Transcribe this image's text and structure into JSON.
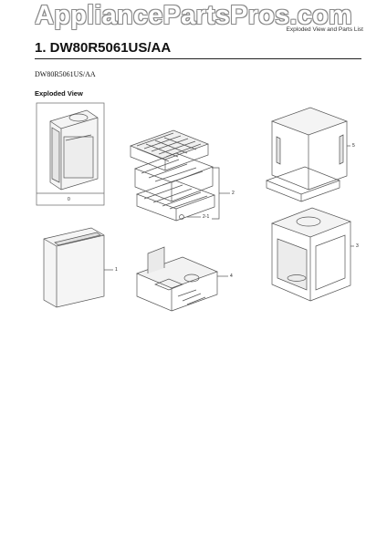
{
  "watermark": "AppliancePartsPros.com",
  "header_note": "Exploded View and Parts List",
  "title": "1.  DW80R5061US/AA",
  "model": "DW80R5061US/AA",
  "section": "Exploded View",
  "callouts": {
    "door_assy_box": "0",
    "racks": "2",
    "rack_sub": "2-1",
    "panel": "1",
    "base": "4",
    "cover": "5",
    "tub": "3"
  },
  "colors": {
    "line": "#555555",
    "watermark_outline": "#8a8a8a"
  }
}
